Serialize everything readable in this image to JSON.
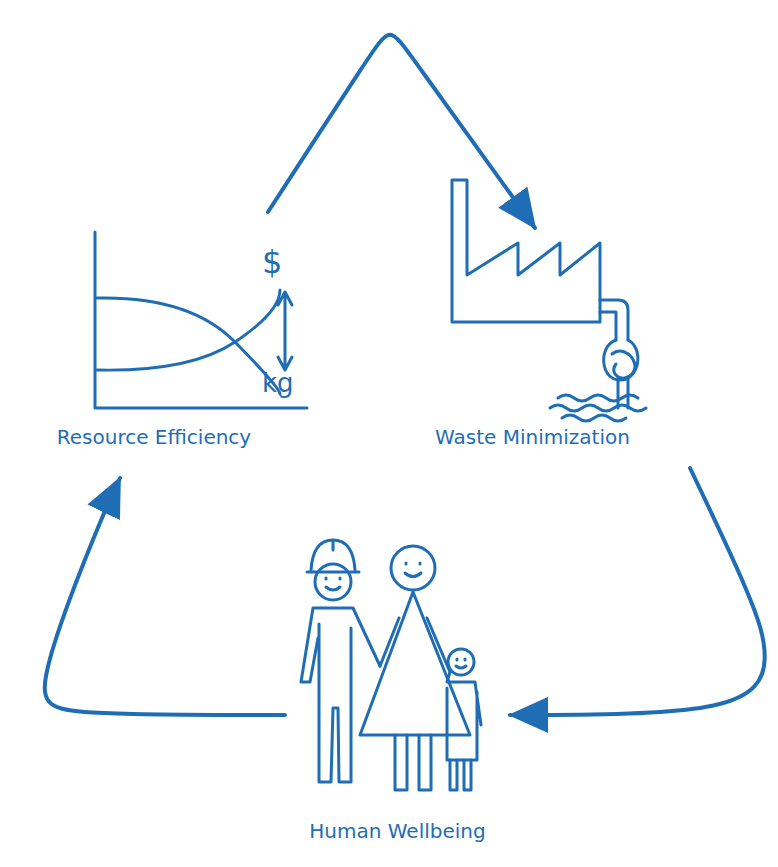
{
  "diagram": {
    "nodes": [
      {
        "text": [
          "Resource Efficiency"
        ]
      },
      {
        "text": [
          "Waste Minimization"
        ]
      },
      {
        "text": [
          "Human Wellbeing"
        ]
      }
    ],
    "edges": [
      {
        "from": 0,
        "to": 1,
        "arrow": "to"
      },
      {
        "from": 1,
        "to": 2,
        "arrow": "to"
      },
      {
        "from": 2,
        "to": 0,
        "arrow": "to"
      }
    ],
    "labels": [
      "$",
      "kg"
    ]
  }
}
